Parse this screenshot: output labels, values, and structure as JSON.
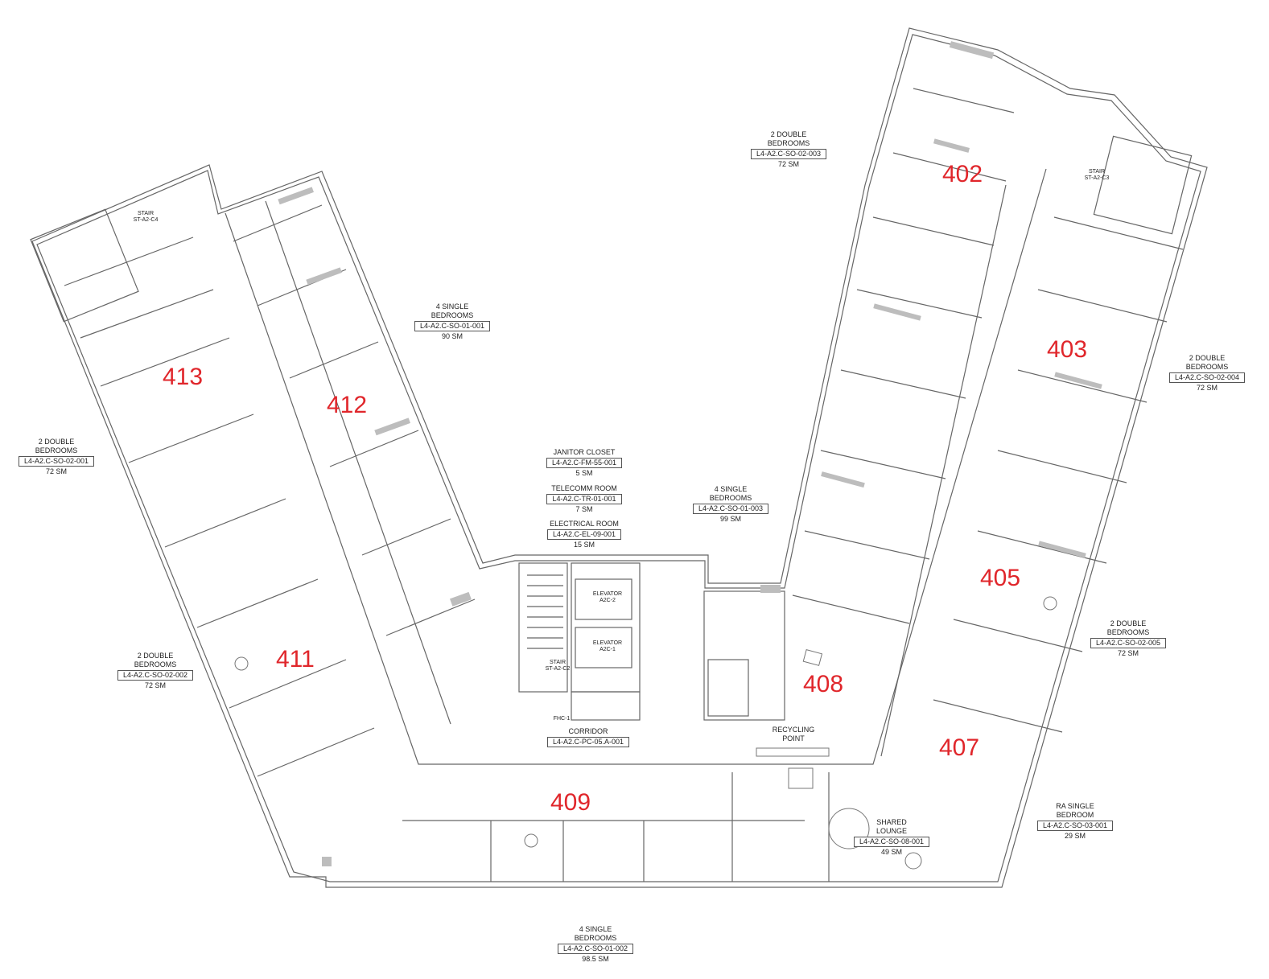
{
  "units": [
    "402",
    "403",
    "405",
    "407",
    "408",
    "409",
    "411",
    "412",
    "413"
  ],
  "tags": {
    "t402": {
      "name_l1": "2 DOUBLE",
      "name_l2": "BEDROOMS",
      "code": "L4-A2.C-SO-02-003",
      "area": "72 SM"
    },
    "t403": {
      "name_l1": "2 DOUBLE",
      "name_l2": "BEDROOMS",
      "code": "L4-A2.C-SO-02-004",
      "area": "72 SM"
    },
    "t405": {
      "name_l1": "2 DOUBLE",
      "name_l2": "BEDROOMS",
      "code": "L4-A2.C-SO-02-005",
      "area": "72 SM"
    },
    "t407": {
      "name_l1": "RA SINGLE",
      "name_l2": "BEDROOM",
      "code": "L4-A2.C-SO-03-001",
      "area": "29 SM"
    },
    "t408": {
      "name_l1": "4 SINGLE",
      "name_l2": "BEDROOMS",
      "code": "L4-A2.C-SO-01-003",
      "area": "99 SM"
    },
    "t409": {
      "name_l1": "4 SINGLE",
      "name_l2": "BEDROOMS",
      "code": "L4-A2.C-SO-01-002",
      "area": "98.5 SM"
    },
    "t411": {
      "name_l1": "2 DOUBLE",
      "name_l2": "BEDROOMS",
      "code": "L4-A2.C-SO-02-002",
      "area": "72 SM"
    },
    "t412": {
      "name_l1": "4 SINGLE",
      "name_l2": "BEDROOMS",
      "code": "L4-A2.C-SO-01-001",
      "area": "90 SM"
    },
    "t413": {
      "name_l1": "2 DOUBLE",
      "name_l2": "BEDROOMS",
      "code": "L4-A2.C-SO-02-001",
      "area": "72 SM"
    },
    "lounge": {
      "name_l1": "SHARED",
      "name_l2": "LOUNGE",
      "code": "L4-A2.C-SO-08-001",
      "area": "49 SM"
    },
    "corridor": {
      "name": "CORRIDOR",
      "code": "L4-A2.C-PC-05.A-001"
    },
    "janitor": {
      "name": "JANITOR CLOSET",
      "code": "L4-A2.C-FM-55-001",
      "area": "5 SM"
    },
    "telecomm": {
      "name": "TELECOMM ROOM",
      "code": "L4-A2.C-TR-01-001",
      "area": "7 SM"
    },
    "electrical": {
      "name": "ELECTRICAL ROOM",
      "code": "L4-A2.C-EL-09-001",
      "area": "15 SM"
    },
    "recycling": {
      "name_l1": "RECYCLING",
      "name_l2": "POINT"
    }
  },
  "core": {
    "elev2_l1": "ELEVATOR",
    "elev2_l2": "A2C-2",
    "elev1_l1": "ELEVATOR",
    "elev1_l2": "A2C-1",
    "stair_c2_l1": "STAIR",
    "stair_c2_l2": "ST-A2-C2",
    "stair_c3_l1": "STAIR",
    "stair_c3_l2": "ST-A2-C3",
    "stair_c4_l1": "STAIR",
    "stair_c4_l2": "ST-A2-C4",
    "fhc": "FHC-1"
  },
  "colors": {
    "unit_number": "#e0262b",
    "wall": "#555555",
    "shade": "#bdbdbd"
  }
}
